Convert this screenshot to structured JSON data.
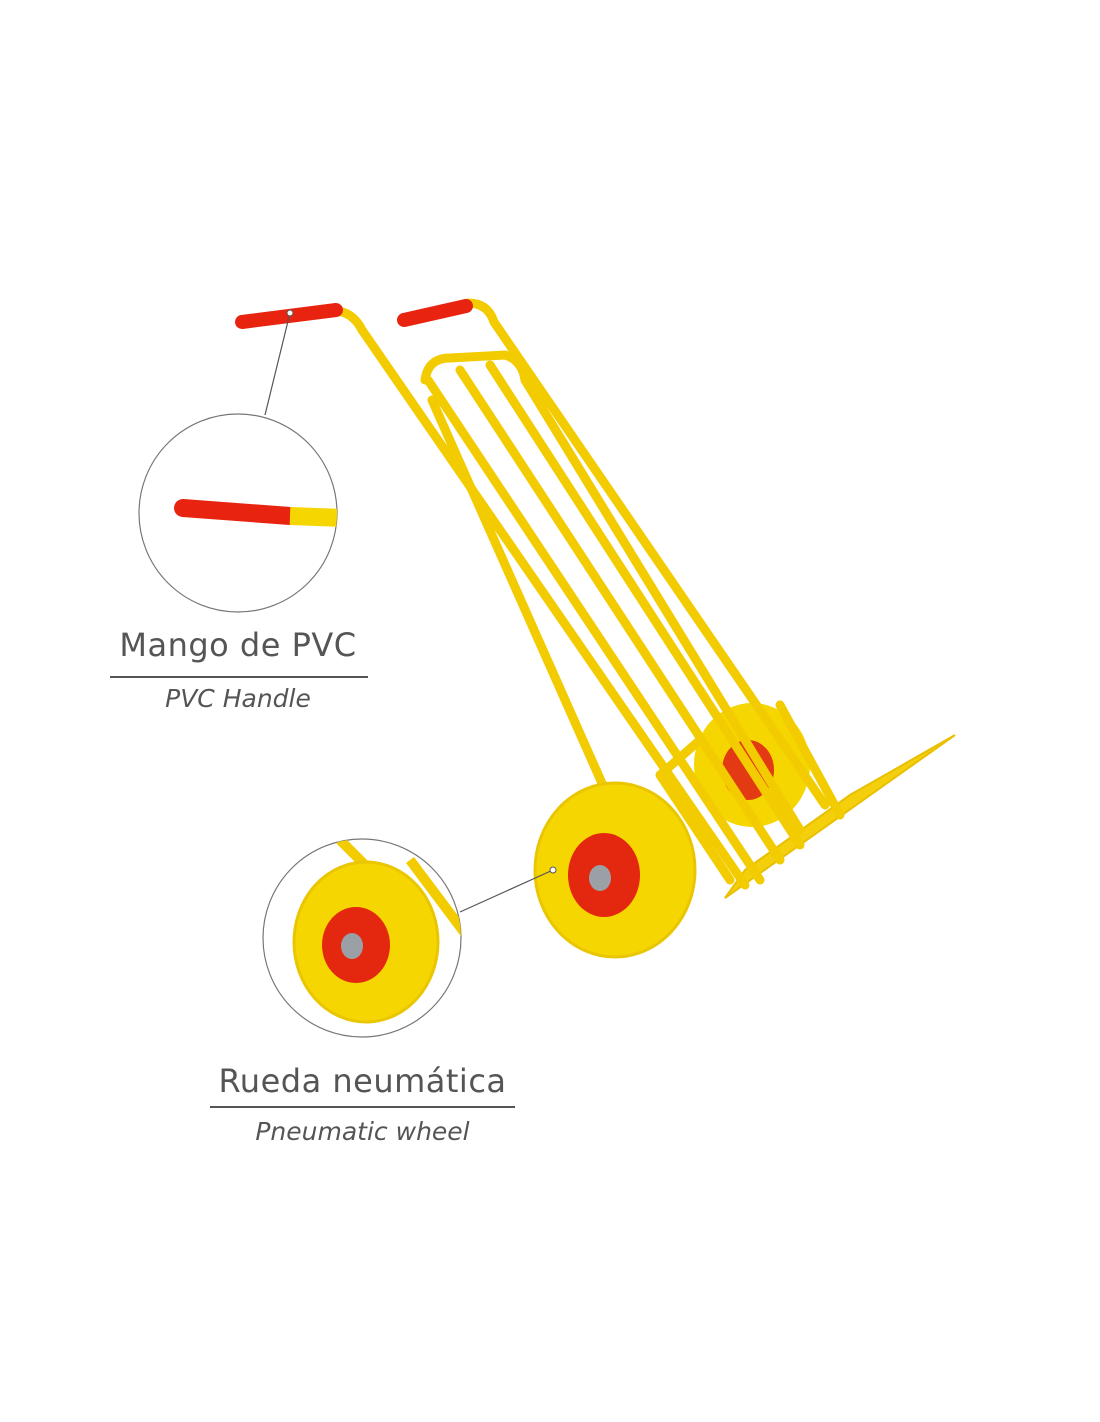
{
  "callouts": [
    {
      "title": "Mango de PVC",
      "subtitle": "PVC Handle"
    },
    {
      "title": "Rueda neumática",
      "subtitle": "Pneumatic wheel"
    }
  ],
  "colors": {
    "frame": "#f5d400",
    "grip": "#e8230f",
    "text": "#555555",
    "callout_line": "#555555"
  }
}
